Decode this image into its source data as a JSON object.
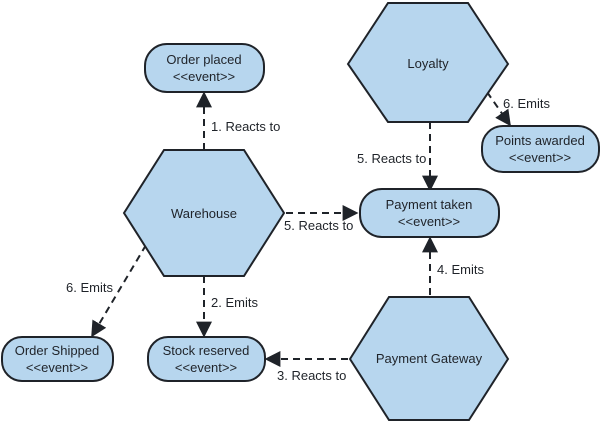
{
  "colors": {
    "fill": "#b7d6ee",
    "stroke": "#1f2329",
    "background": "#ffffff"
  },
  "services": {
    "warehouse": "Warehouse",
    "loyalty": "Loyalty",
    "payment_gateway": "Payment Gateway"
  },
  "events": {
    "order_placed": {
      "name": "Order placed",
      "stereotype": "<<event>>"
    },
    "points_awarded": {
      "name": "Points awarded",
      "stereotype": "<<event>>"
    },
    "payment_taken": {
      "name": "Payment taken",
      "stereotype": "<<event>>"
    },
    "order_shipped": {
      "name": "Order Shipped",
      "stereotype": "<<event>>"
    },
    "stock_reserved": {
      "name": "Stock reserved",
      "stereotype": "<<event>>"
    }
  },
  "edges": {
    "e1": "1. Reacts to",
    "e2": "2. Emits",
    "e3": "3. Reacts to",
    "e4": "4. Emits",
    "e5a": "5. Reacts to",
    "e5b": "5. Reacts to",
    "e6a": "6. Emits",
    "e6b": "6. Emits"
  }
}
